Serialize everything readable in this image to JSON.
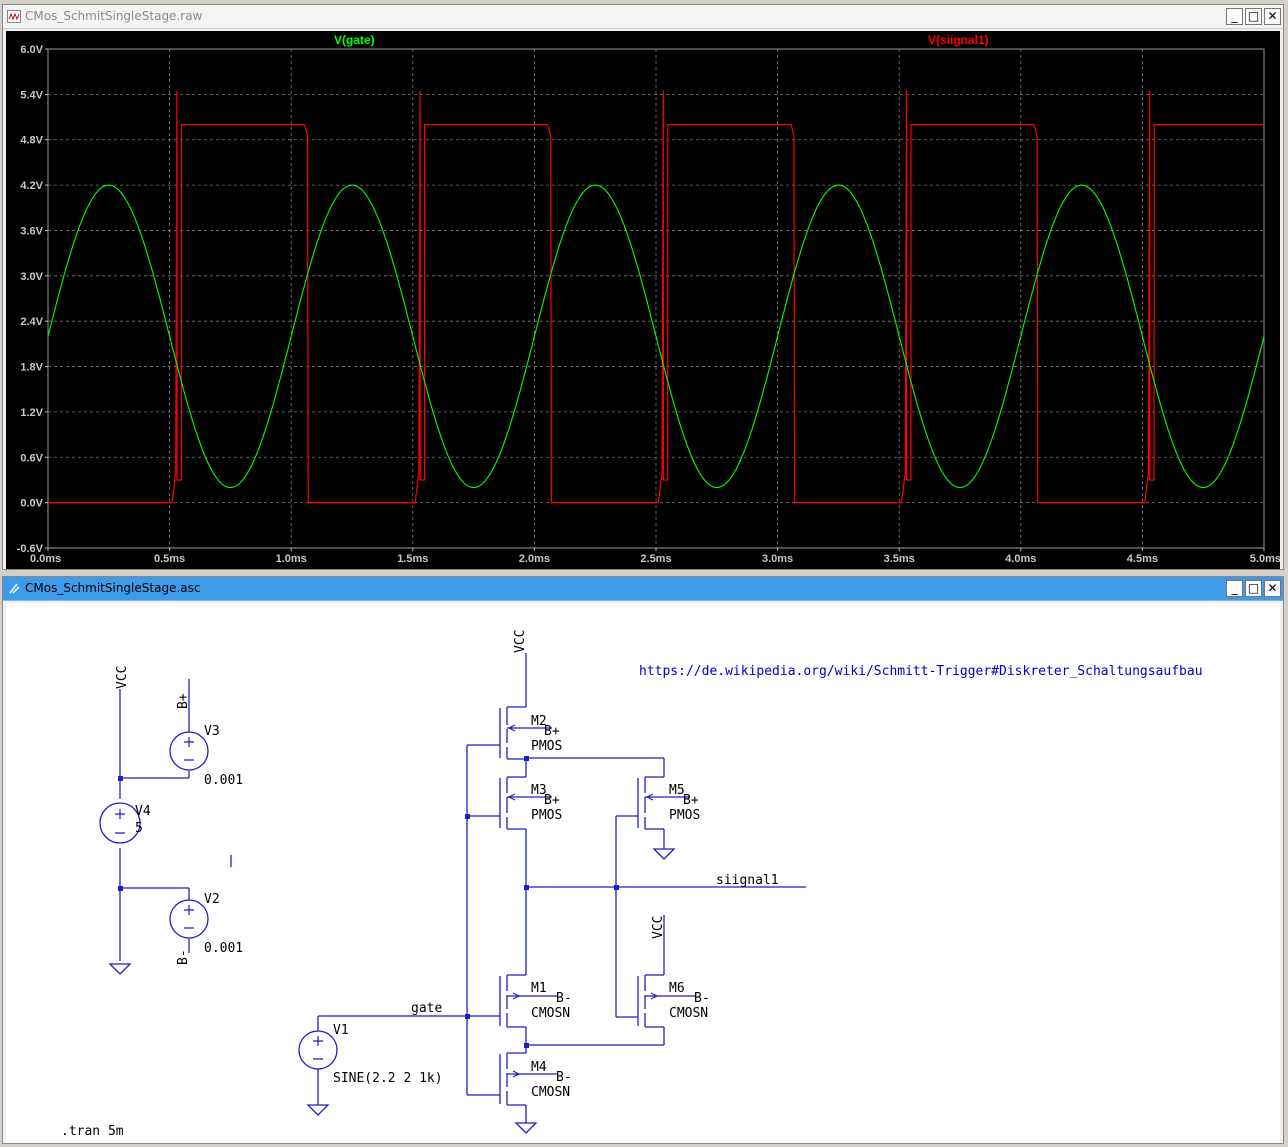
{
  "waveform_window": {
    "title": "CMos_SchmitSingleStage.raw",
    "buttons": {
      "minimize": "_",
      "maximize": "□",
      "close": "✕"
    }
  },
  "schematic_window": {
    "title": "CMos_SchmitSingleStage.asc",
    "buttons": {
      "minimize": "_",
      "maximize": "□",
      "close": "✕"
    }
  },
  "chart_data": {
    "type": "line",
    "x_tick_labels": [
      "0.0ms",
      "0.5ms",
      "1.0ms",
      "1.5ms",
      "2.0ms",
      "2.5ms",
      "3.0ms",
      "3.5ms",
      "4.0ms",
      "4.5ms",
      "5.0ms"
    ],
    "y_tick_labels": [
      "6.0V",
      "5.4V",
      "4.8V",
      "4.2V",
      "3.6V",
      "3.0V",
      "2.4V",
      "1.8V",
      "1.2V",
      "0.6V",
      "0.0V",
      "-0.6V"
    ],
    "xlim": [
      0,
      5.0
    ],
    "ylim": [
      -0.6,
      6.0
    ],
    "grid": true,
    "background": "#000000",
    "series": [
      {
        "name": "V(gate)",
        "color": "#00ff00",
        "kind": "sine",
        "offset": 2.2,
        "amplitude": 2.0,
        "frequency_khz": 1
      },
      {
        "name": "V(siignal1)",
        "color": "#ff0000",
        "kind": "square",
        "high": 5.0,
        "low": 0.0,
        "spike": 5.45,
        "rising_edges_ms": [
          0.53,
          1.53,
          2.53,
          3.53,
          4.53
        ],
        "falling_edges_ms": [
          1.07,
          2.07,
          3.07,
          4.07
        ]
      }
    ]
  },
  "schematic": {
    "url": "https://de.wikipedia.org/wiki/Schmitt-Trigger#Diskreter_Schaltungsaufbau",
    "directive": ".tran 5m",
    "net_labels": {
      "vcc_left": "VCC",
      "vcc_top": "VCC",
      "vcc_m6": "VCC",
      "bplus_v3": "B+",
      "bminus_v2": "B-",
      "gate": "gate",
      "siignal1": "siignal1"
    },
    "sources": {
      "v3": {
        "name": "V3",
        "value": "0.001"
      },
      "v4": {
        "name": "V4",
        "value": "5"
      },
      "v2": {
        "name": "V2",
        "value": "0.001"
      },
      "v1": {
        "name": "V1",
        "value": "SINE(2.2 2 1k)"
      }
    },
    "transistors": {
      "m2": {
        "name": "M2",
        "body": "B+",
        "model": "PMOS"
      },
      "m3": {
        "name": "M3",
        "body": "B+",
        "model": "PMOS"
      },
      "m5": {
        "name": "M5",
        "body": "B+",
        "model": "PMOS"
      },
      "m1": {
        "name": "M1",
        "body": "B-",
        "model": "CMOSN"
      },
      "m6": {
        "name": "M6",
        "body": "B-",
        "model": "CMOSN"
      },
      "m4": {
        "name": "M4",
        "body": "B-",
        "model": "CMOSN"
      }
    },
    "colors": {
      "wire": "#1f1fbf",
      "url": "#0000c8"
    }
  }
}
